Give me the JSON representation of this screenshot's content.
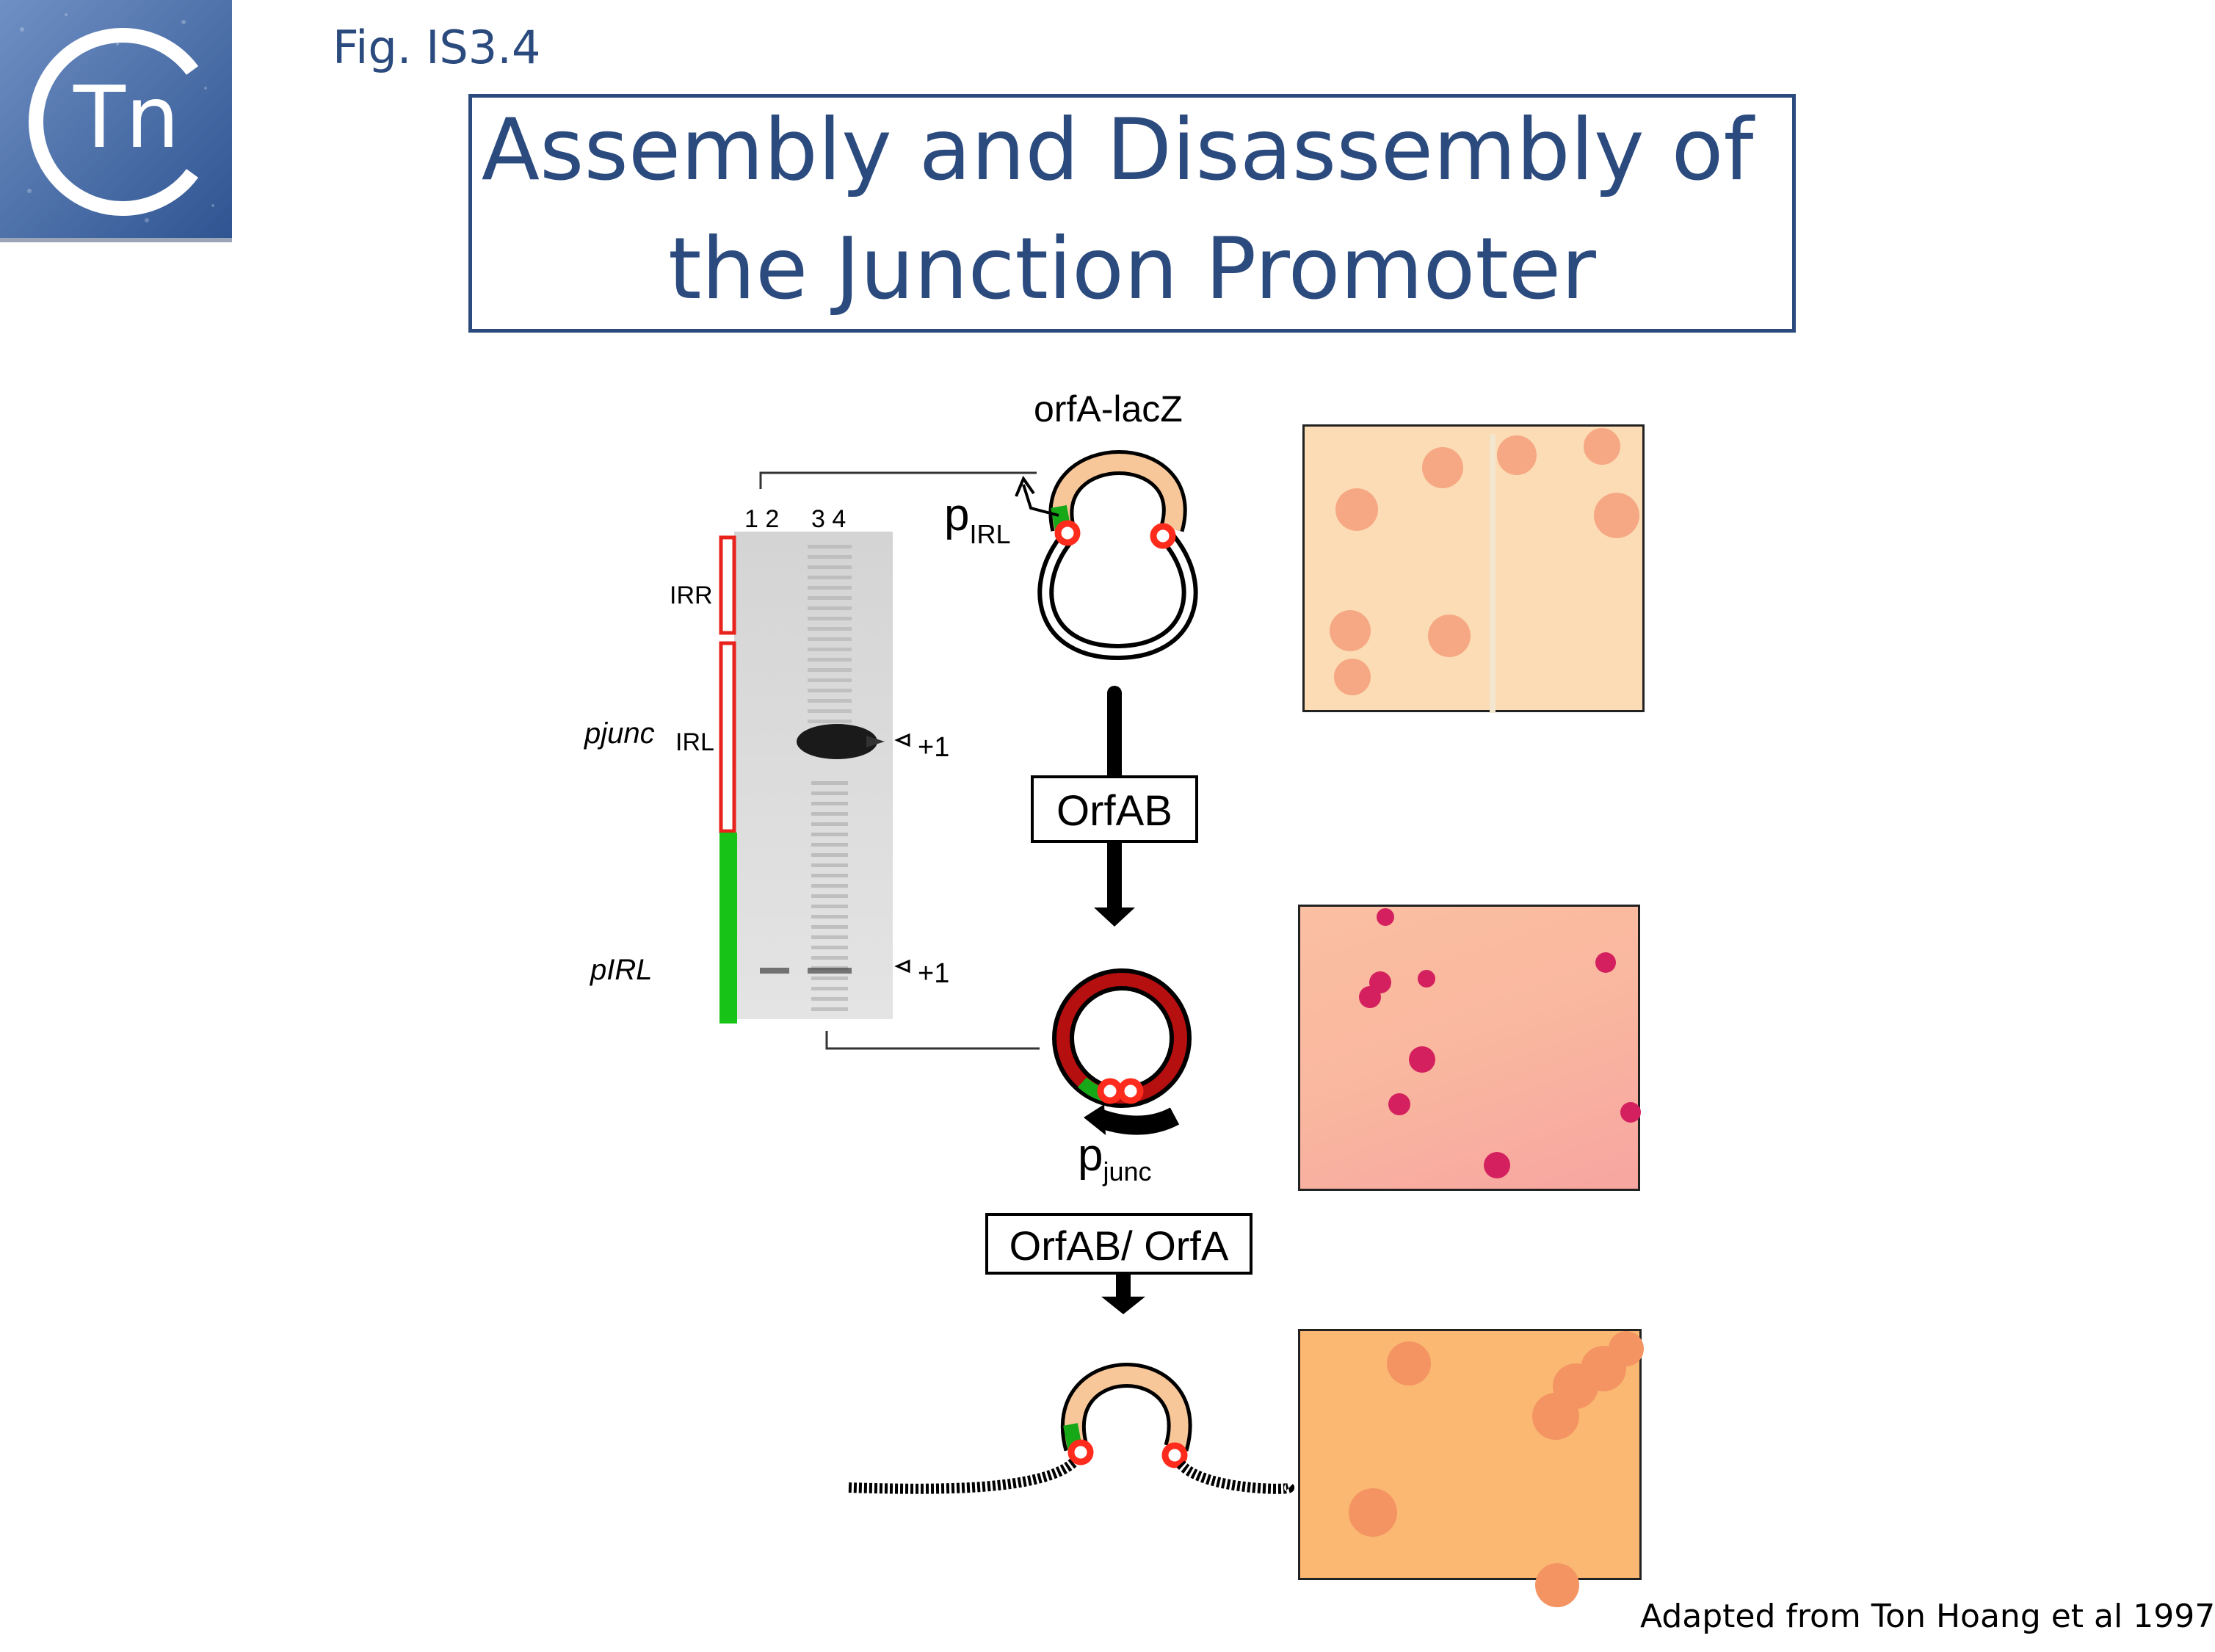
{
  "figure_label": "Fig. IS3.4",
  "title": {
    "line1": "Assembly and Disassembly of",
    "line2": "the Junction Promoter"
  },
  "logo": {
    "text": "Tn",
    "colors": {
      "background": "#4a6fa8",
      "ring": "#ffffff"
    }
  },
  "gel": {
    "lane_labels": [
      "1 2",
      "3 4"
    ],
    "labels": {
      "irr": "IRR",
      "pjunc": "pjunc",
      "irl": "IRL",
      "pirl": "pIRL"
    },
    "marker_top": "+1",
    "marker_bottom": "+1",
    "colors": {
      "irr_bar": "#e8231c",
      "pirl_bar": "#17c317"
    }
  },
  "constructs": {
    "top_label": "orfA-lacZ",
    "p_irl": {
      "p": "p",
      "sub": "IRL"
    },
    "step1_label": "OrfAB",
    "p_junc": {
      "p": "p",
      "sub": "junc"
    },
    "step2_label": "OrfAB/ OrfA",
    "colors": {
      "lacz": "#f7c79a",
      "circle": "#b50f0f",
      "green": "#17a817",
      "ir": "#ff2b1c"
    }
  },
  "plates": {
    "colors": {
      "top": "#fbdcb4",
      "middle": "#f9b7a0",
      "bottom": "#fbb872"
    }
  },
  "credit": "Adapted from Ton Hoang et al 1997"
}
